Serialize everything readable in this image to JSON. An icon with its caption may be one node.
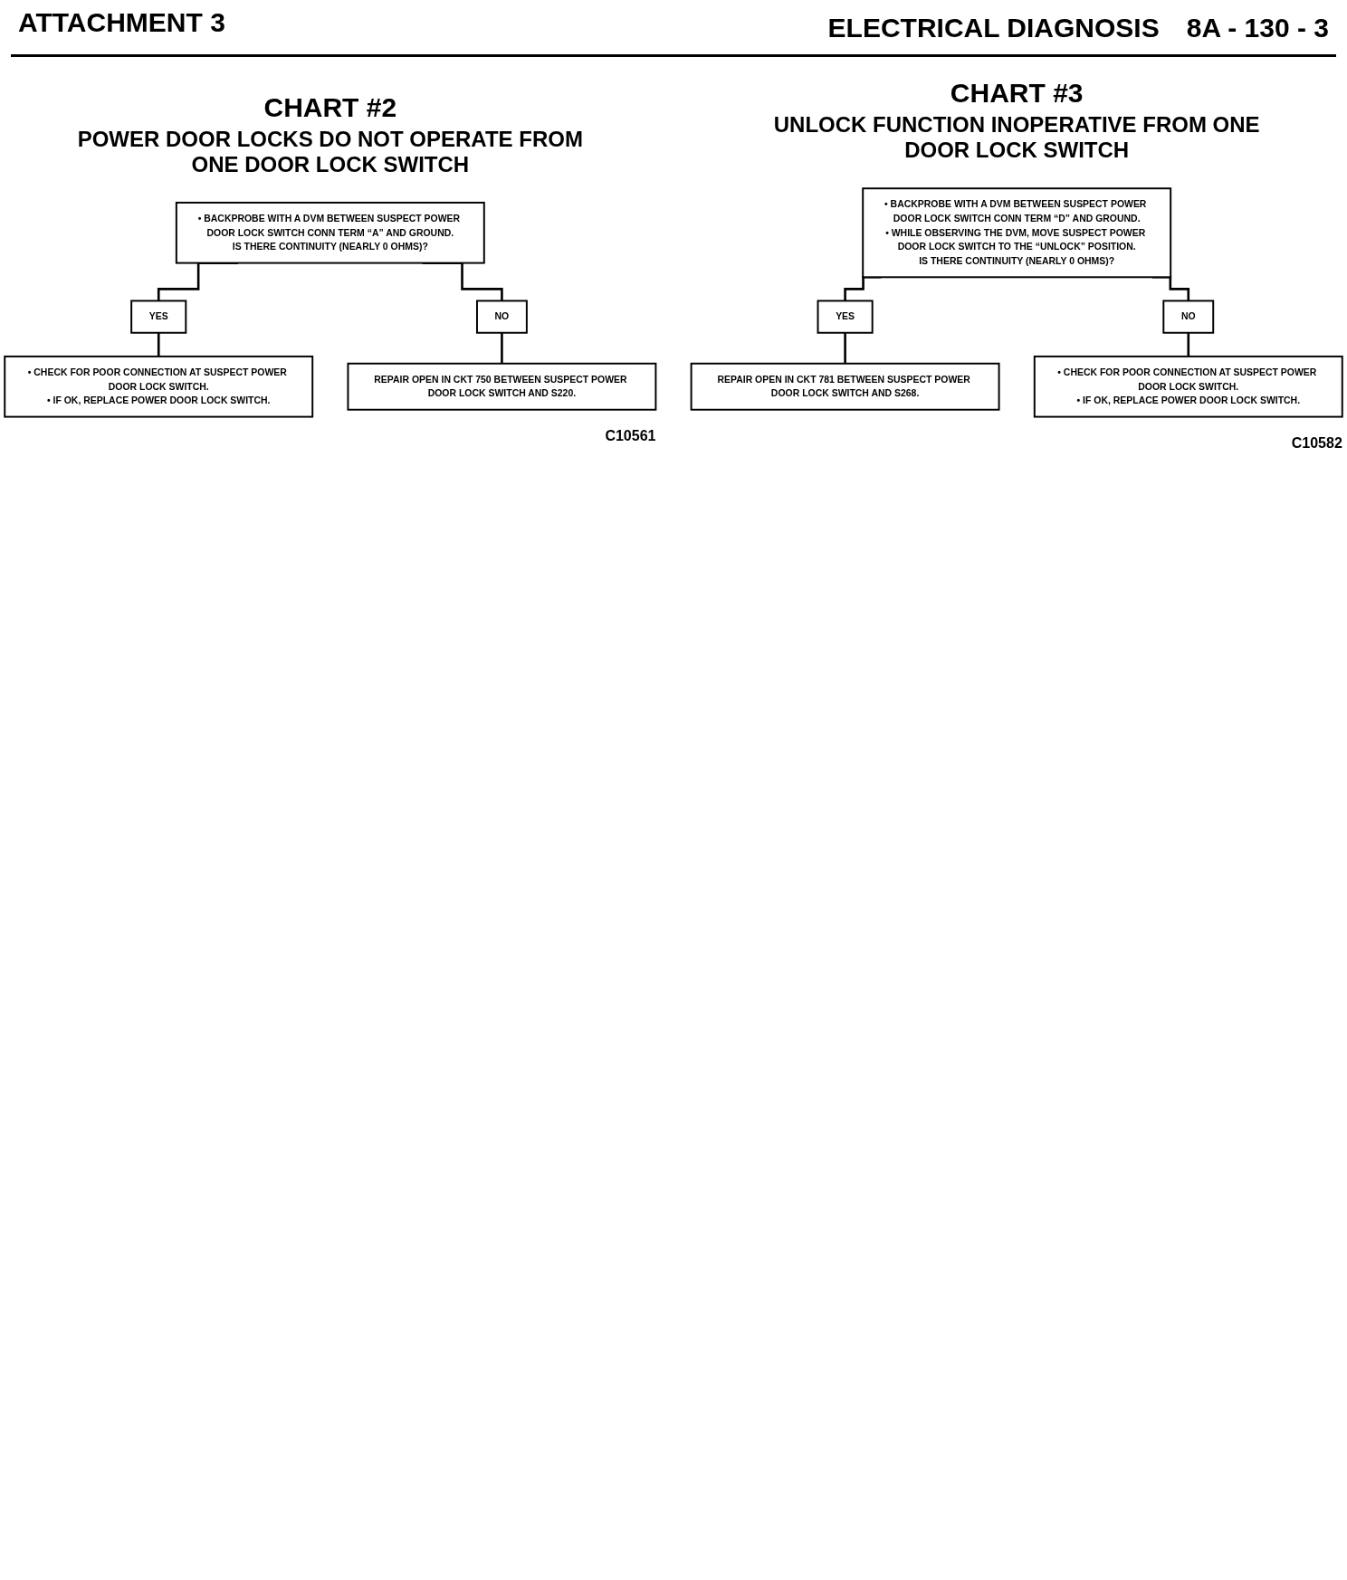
{
  "diagram": {
    "nodes": [
      {
        "text": [
          "• BACKPROBE WITH A DVM BETWEEN SUSPECT POWER DOOR LOCK SWITCH CONN TERM “A” AND GROUND.",
          "IS THERE CONTINUITY (NEARLY 0 OHMS)?"
        ]
      },
      {
        "text": [
          "YES"
        ]
      },
      {
        "text": [
          "• CHECK FOR POOR CONNECTION AT SUSPECT POWER DOOR LOCK SWITCH.",
          "• IF OK, REPLACE POWER DOOR LOCK SWITCH."
        ]
      },
      {
        "text": [
          "NO"
        ]
      },
      {
        "text": [
          "REPAIR OPEN IN CKT 750 BETWEEN SUSPECT POWER DOOR LOCK SWITCH AND S220."
        ]
      },
      {
        "text": [
          "• BACKPROBE WITH A DVM BETWEEN SUSPECT POWER DOOR LOCK SWITCH CONN TERM “D” AND GROUND.",
          "• WHILE OBSERVING THE DVM, MOVE SUSPECT POWER DOOR LOCK SWITCH TO THE “UNLOCK” POSITION.",
          "IS THERE CONTINUITY (NEARLY 0 OHMS)?"
        ]
      },
      {
        "text": [
          "YES"
        ]
      },
      {
        "text": [
          "REPAIR OPEN IN CKT 781 BETWEEN SUSPECT POWER DOOR LOCK SWITCH AND S268."
        ]
      },
      {
        "text": [
          "NO"
        ]
      },
      {
        "text": [
          "• CHECK FOR POOR CONNECTION AT SUSPECT POWER DOOR LOCK SWITCH.",
          "• IF OK, REPLACE POWER DOOR LOCK SWITCH."
        ]
      }
    ],
    "edges": [
      {
        "from": 0,
        "to": 1,
        "arrow": "none"
      },
      {
        "from": 1,
        "to": 2,
        "arrow": "none"
      },
      {
        "from": 0,
        "to": 3,
        "arrow": "none"
      },
      {
        "from": 3,
        "to": 4,
        "arrow": "none"
      },
      {
        "from": 5,
        "to": 6,
        "arrow": "none"
      },
      {
        "from": 6,
        "to": 7,
        "arrow": "none"
      },
      {
        "from": 5,
        "to": 8,
        "arrow": "none"
      },
      {
        "from": 8,
        "to": 9,
        "arrow": "none"
      }
    ],
    "labels": [
      "ATTACHMENT 3",
      "ELECTRICAL DIAGNOSIS",
      "8A - 130 - 3",
      "CHART #2",
      "POWER DOOR LOCKS DO NOT OPERATE FROM ONE DOOR LOCK SWITCH",
      "C10561",
      "CHART #3",
      "UNLOCK FUNCTION INOPERATIVE FROM ONE DOOR LOCK SWITCH",
      "C10582"
    ]
  }
}
